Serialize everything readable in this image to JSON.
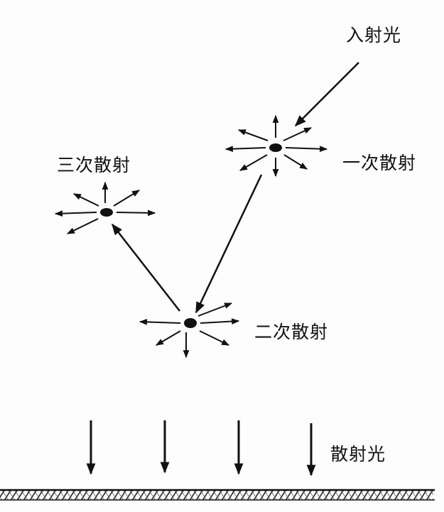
{
  "labels": {
    "incident_light": "入射光",
    "first_scattering": "一次散射",
    "second_scattering": "二次散射",
    "third_scattering": "三次散射",
    "scattered_light": "散射光"
  },
  "colors": {
    "ink": "#111111",
    "background": "#fdfdfd"
  }
}
